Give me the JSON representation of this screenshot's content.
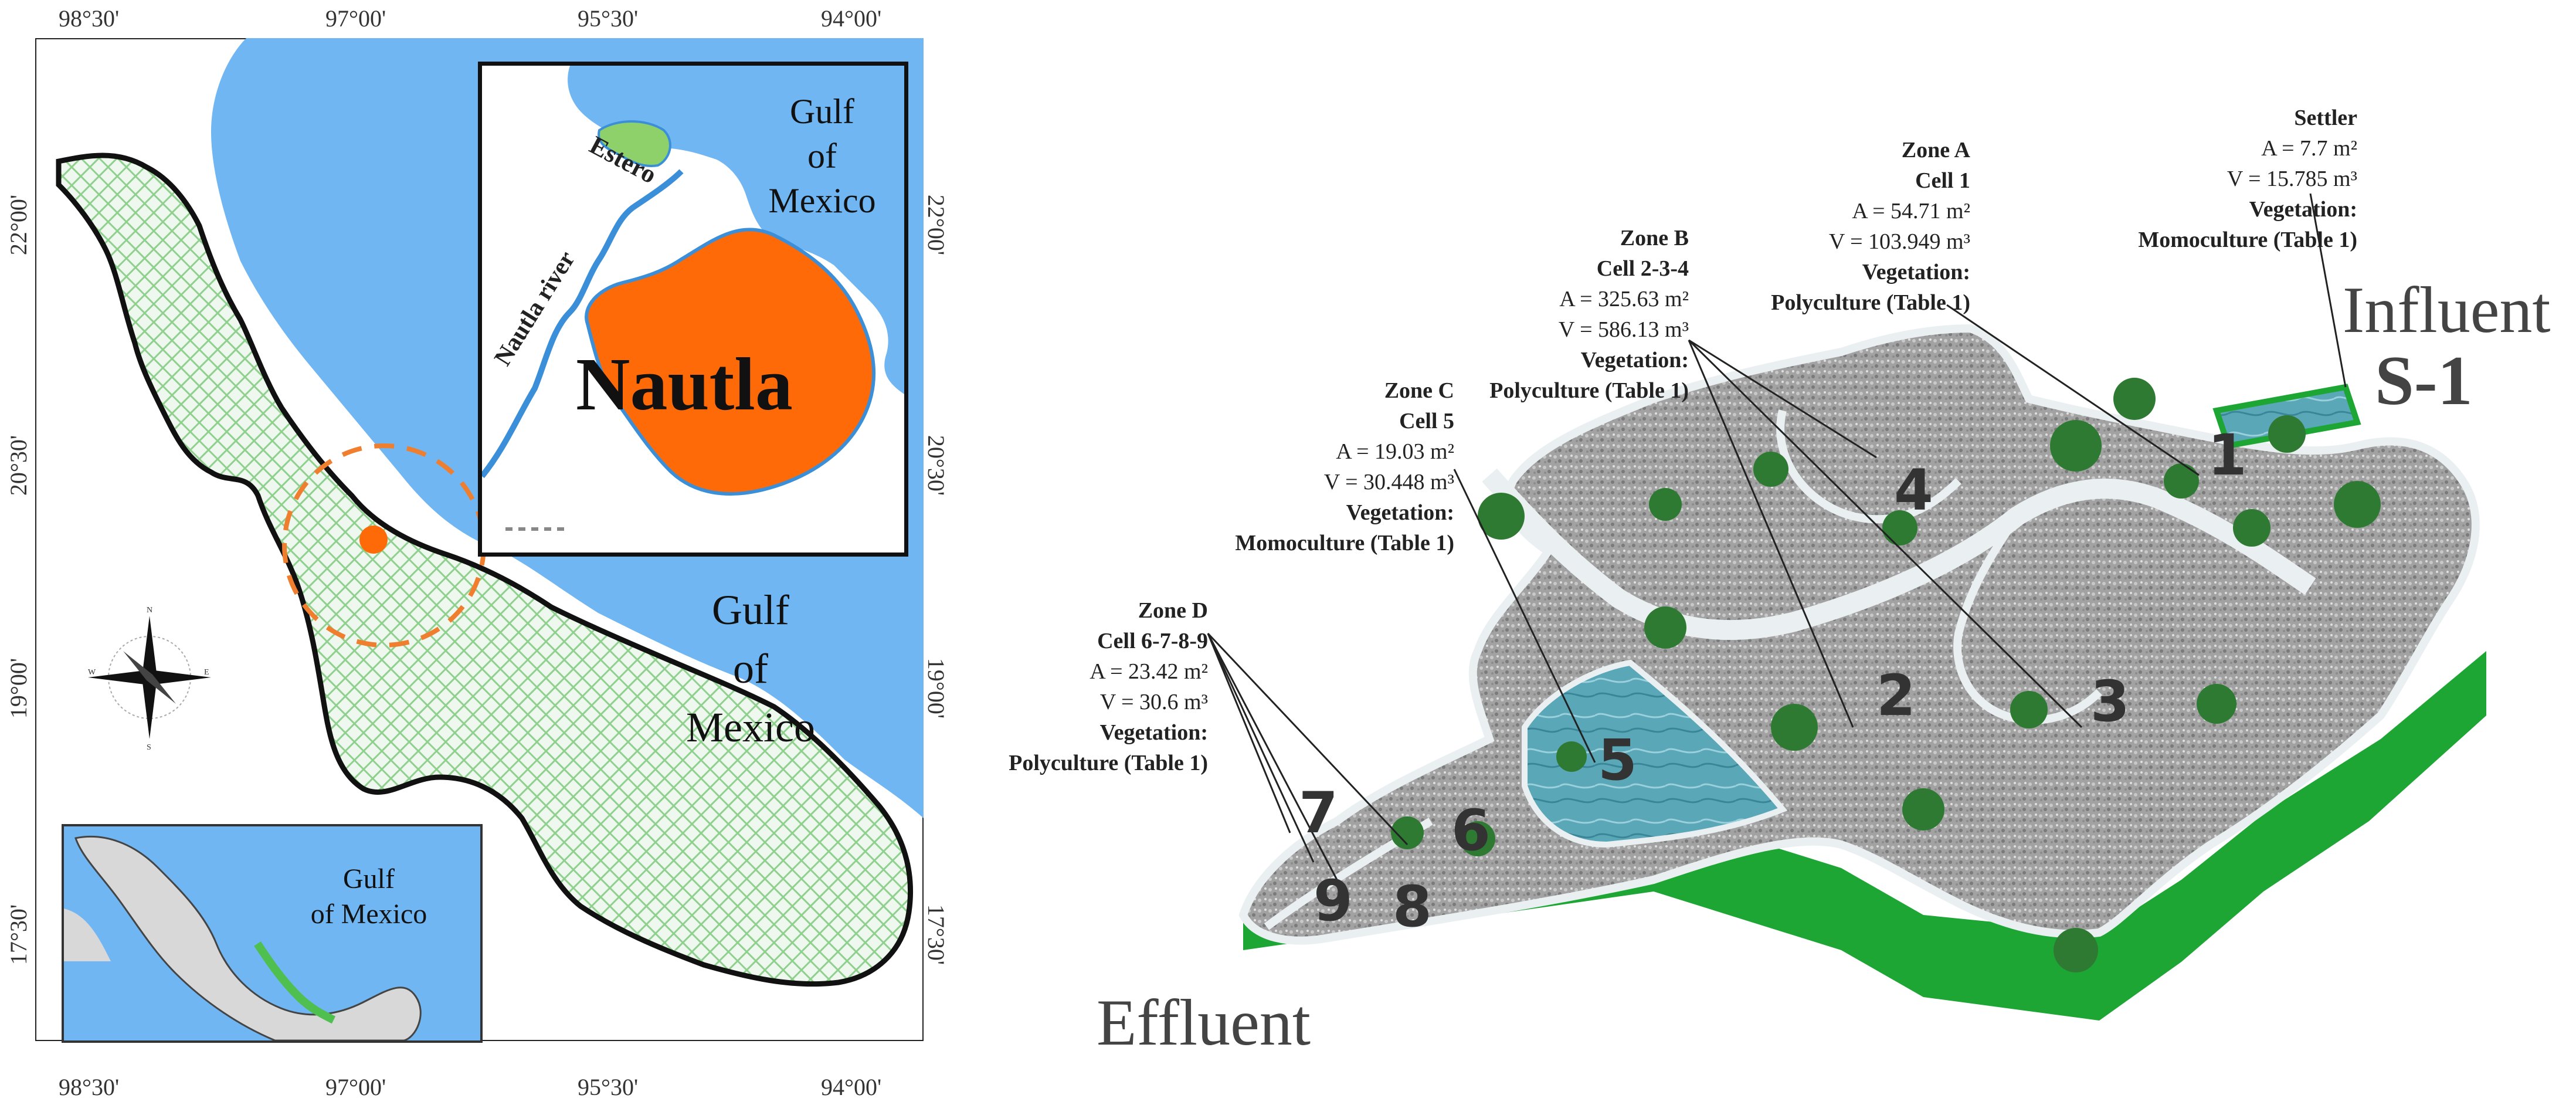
{
  "map": {
    "coords_top": [
      "98°30'",
      "97°00'",
      "95°30'",
      "94°00'"
    ],
    "coords_bottom": [
      "98°30'",
      "97°00'",
      "95°30'",
      "94°00'"
    ],
    "coords_left": [
      "22°00'",
      "20°30'",
      "19°00'",
      "17°30'"
    ],
    "coords_right": [
      "22°00'",
      "20°30'",
      "19°00'",
      "17°30'"
    ],
    "gulf_main": [
      "Gulf",
      "of",
      "Mexico"
    ],
    "inset_top": {
      "gulf": [
        "Gulf",
        "of",
        "Mexico"
      ],
      "estero": "Estero",
      "river": "Nautla river",
      "town": "Nautla"
    },
    "inset_bottom": {
      "gulf": [
        "Gulf",
        "of Mexico"
      ]
    },
    "compass": {
      "n": "N",
      "s": "S",
      "e": "E",
      "w": "W"
    },
    "colors": {
      "sea": "#6fb6f3",
      "land_pattern": "#8fd08f",
      "nautla": "#ff6a08",
      "estero": "#8ed16b",
      "border": "#111111"
    }
  },
  "wetland": {
    "influent": "Influent",
    "s1": "S-1",
    "effluent": "Effluent",
    "settler": {
      "title": "Settler",
      "area": "A = 7.7 m²",
      "volume": "V = 15.785 m³",
      "veg_title": "Vegetation:",
      "veg": "Momoculture (Table 1)"
    },
    "zone_a": {
      "title": "Zone A",
      "cell": "Cell 1",
      "area": "A = 54.71 m²",
      "volume": "V = 103.949 m³",
      "veg_title": "Vegetation:",
      "veg": "Polyculture (Table 1)"
    },
    "zone_b": {
      "title": "Zone B",
      "cell": "Cell 2-3-4",
      "area": "A =  325.63 m²",
      "volume": "V = 586.13 m³",
      "veg_title": "Vegetation:",
      "veg": "Polyculture (Table 1)"
    },
    "zone_c": {
      "title": "Zone C",
      "cell": "Cell 5",
      "area": "A = 19.03 m²",
      "volume": "V = 30.448 m³",
      "veg_title": "Vegetation:",
      "veg": "Momoculture (Table 1)"
    },
    "zone_d": {
      "title": "Zone D",
      "cell": "Cell 6-7-8-9",
      "area": "A = 23.42 m²",
      "volume": "V = 30.6 m³",
      "veg_title": "Vegetation:",
      "veg": "Polyculture (Table 1)"
    },
    "cells": [
      "1",
      "2",
      "3",
      "4",
      "5",
      "6",
      "7",
      "8",
      "9"
    ],
    "colors": {
      "wall": "#1ea635",
      "gravel": "#9a9a9a",
      "water": "#5aa7b8",
      "path": "#e8eef2"
    }
  }
}
